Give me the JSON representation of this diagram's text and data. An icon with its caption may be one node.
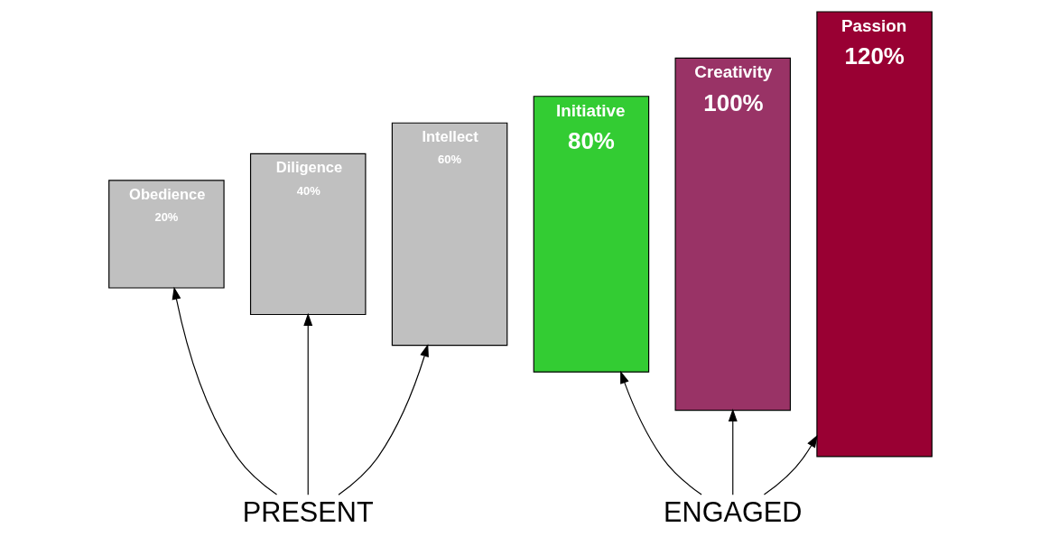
{
  "diagram": {
    "nodes": [
      {
        "text": [
          "Obedience",
          "20%"
        ]
      },
      {
        "text": [
          "Diligence",
          "40%"
        ]
      },
      {
        "text": [
          "Intellect",
          "60%"
        ]
      },
      {
        "text": [
          "Initiative",
          "80%"
        ]
      },
      {
        "text": [
          "Creativity",
          "100%"
        ]
      },
      {
        "text": [
          "Passion",
          "120%"
        ]
      },
      {
        "text": [
          "PRESENT"
        ]
      },
      {
        "text": [
          "ENGAGED"
        ]
      }
    ],
    "edges": [
      {
        "from": 6,
        "to": 0,
        "arrow": "to"
      },
      {
        "from": 6,
        "to": 1,
        "arrow": "to"
      },
      {
        "from": 6,
        "to": 2,
        "arrow": "to"
      },
      {
        "from": 7,
        "to": 3,
        "arrow": "to"
      },
      {
        "from": 7,
        "to": 4,
        "arrow": "to"
      },
      {
        "from": 7,
        "to": 5,
        "arrow": "to"
      }
    ]
  }
}
